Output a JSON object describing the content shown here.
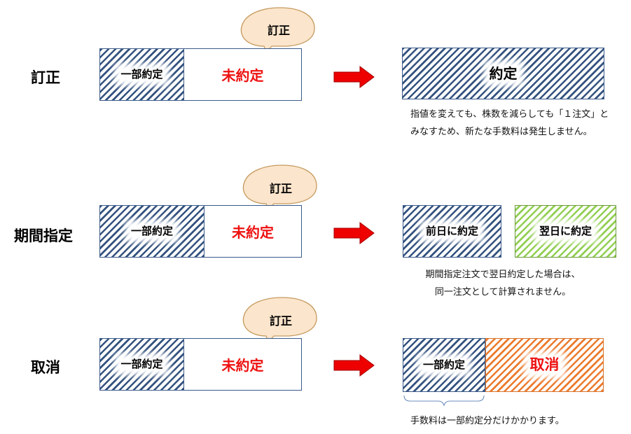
{
  "colors": {
    "border": "#3a5a8a",
    "hatch_blue": "#34527f",
    "hatch_green": "#92cf52",
    "hatch_orange": "#ec7a2c",
    "red": "#ee1111",
    "bubble_fill": "#fbe5cc",
    "bubble_stroke": "#c59a5e"
  },
  "rows": [
    {
      "label": "訂正",
      "bubble": "訂正",
      "before": {
        "filled": "一部約定",
        "unfilled": "未約定"
      },
      "after": {
        "full": "約定"
      },
      "note": [
        "指値を変えても、株数を減らしても「１注文」と",
        "みなすため、新たな手数料は発生しません。"
      ]
    },
    {
      "label": "期間指定",
      "bubble": "訂正",
      "before": {
        "filled": "一部約定",
        "unfilled": "未約定"
      },
      "after": {
        "left": "前日に約定",
        "right": "翌日に約定"
      },
      "note": [
        "期間指定注文で翌日約定した場合は、",
        "同一注文として計算されません。"
      ]
    },
    {
      "label": "取消",
      "bubble": "訂正",
      "before": {
        "filled": "一部約定",
        "unfilled": "未約定"
      },
      "after": {
        "filled": "一部約定",
        "cancel": "取消"
      },
      "note": [
        "手数料は一部約定分だけかかります。"
      ]
    }
  ]
}
